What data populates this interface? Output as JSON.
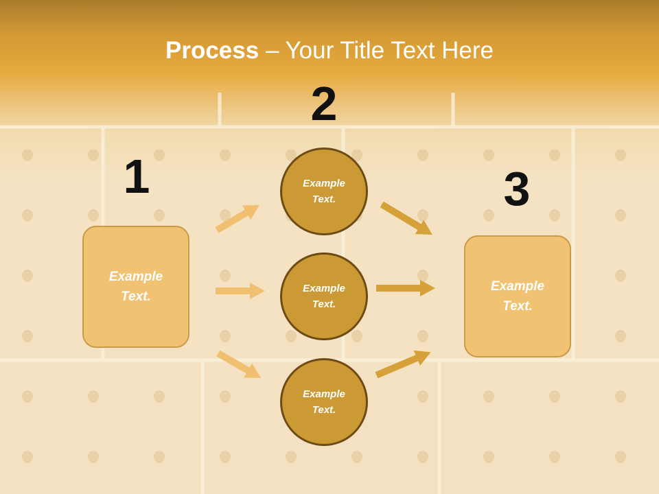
{
  "title": {
    "bold": "Process",
    "rest": " – Your Title Text Here"
  },
  "steps": {
    "one": "1",
    "two": "2",
    "three": "3"
  },
  "left_box": {
    "line1": "Example",
    "line2": "Text."
  },
  "circles": [
    {
      "line1": "Example",
      "line2": "Text."
    },
    {
      "line1": "Example",
      "line2": "Text."
    },
    {
      "line1": "Example",
      "line2": "Text."
    }
  ],
  "right_box": {
    "line1": "Example",
    "line2": "Text."
  },
  "colors": {
    "box_fill": "#f0c272",
    "circle_fill": "#cb9a35",
    "circle_border": "#6e4a14",
    "left_arrow": "#f0c070",
    "right_arrow": "#d7a13a",
    "header": "#e6a93c"
  }
}
